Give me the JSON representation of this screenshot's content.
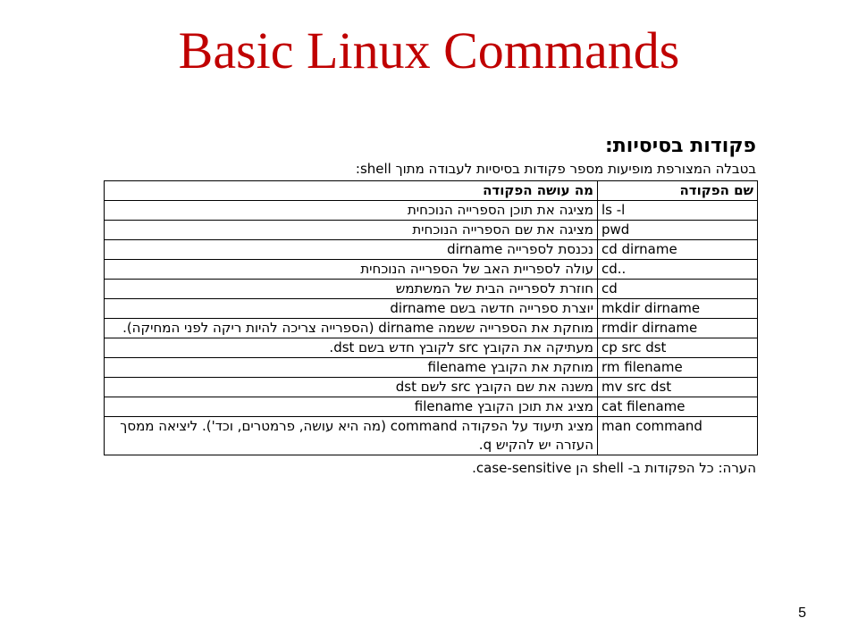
{
  "slide": {
    "title": "Basic Linux Commands",
    "page_number": "5"
  },
  "content": {
    "heading": "פקודות בסיסיות:",
    "intro": "בטבלה המצורפת מופיעות מספר פקודות בסיסיות לעבודה מתוך shell:",
    "table": {
      "headers": {
        "command": "שם הפקודה",
        "description": "מה עושה הפקודה"
      },
      "rows": [
        {
          "command": "ls -l",
          "description": "מציגה את תוכן הספרייה הנוכחית"
        },
        {
          "command": "pwd",
          "description": "מציגה את שם הספרייה הנוכחית"
        },
        {
          "command": "cd dirname",
          "description": "נכנסת לספרייה dirname"
        },
        {
          "command": "cd..",
          "description": "עולה לספריית האב של הספרייה הנוכחית"
        },
        {
          "command": "cd",
          "description": "חוזרת לספרייה הבית של המשתמש"
        },
        {
          "command": "mkdir dirname",
          "description": "יוצרת ספרייה חדשה בשם dirname"
        },
        {
          "command": "rmdir dirname",
          "description": "מוחקת את הספרייה ששמה dirname (הספרייה צריכה להיות ריקה לפני המחיקה)."
        },
        {
          "command": "cp src dst",
          "description": "מעתיקה את הקובץ src לקובץ חדש בשם dst."
        },
        {
          "command": "rm filename",
          "description": "מוחקת את הקובץ filename"
        },
        {
          "command": "mv src dst",
          "description": "משנה את שם הקובץ src לשם dst"
        },
        {
          "command": "cat filename",
          "description": "מציג את תוכן הקובץ filename"
        },
        {
          "command": "man command",
          "description": "מציג תיעוד על הפקודה command (מה היא עושה, פרמטרים, וכד'). ליציאה ממסך העזרה יש להקיש q."
        }
      ]
    },
    "note": "הערה: כל הפקודות ב- shell הן case-sensitive."
  }
}
